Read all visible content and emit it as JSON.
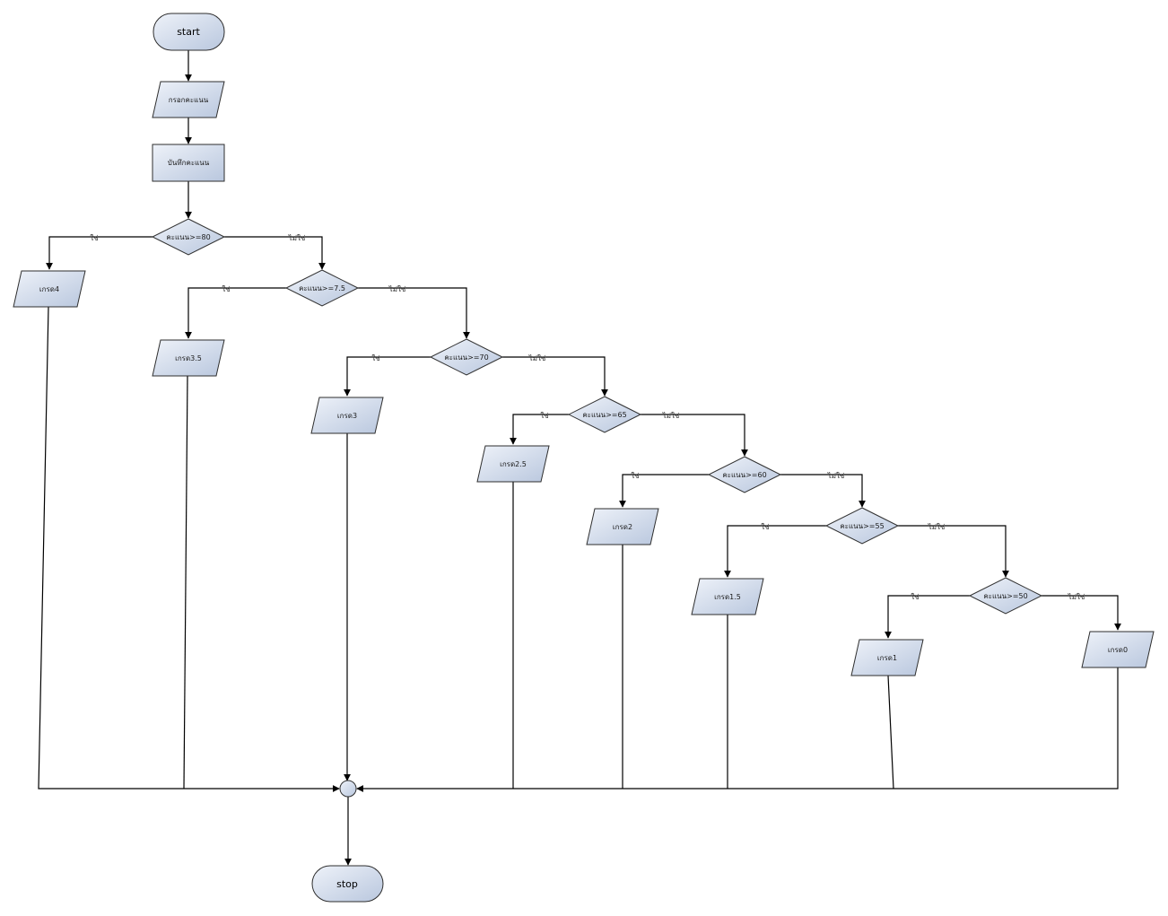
{
  "colors": {
    "fill_light": "#eef2f9",
    "fill_dark": "#b9c7de",
    "stroke": "#2e2e2e",
    "line": "#000000"
  },
  "nodes": {
    "start": "start",
    "input": "กรอกคะแนน",
    "record": "บันทึกคะแนน",
    "d80": "คะแนน>=80",
    "d75": "คะแนน>=7.5",
    "d70": "คะแนน>=70",
    "d65": "คะแนน>=65",
    "d60": "คะแนน>=60",
    "d55": "คะแนน>=55",
    "d50": "คะแนน>=50",
    "g4": "เกรด4",
    "g35": "เกรด3.5",
    "g3": "เกรด3",
    "g25": "เกรด2.5",
    "g2": "เกรด2",
    "g15": "เกรด1.5",
    "g1": "เกรด1",
    "g0": "เกรด0",
    "stop": "stop"
  },
  "labels": {
    "yes": "ใช่",
    "no": "ไม่ใช่"
  }
}
